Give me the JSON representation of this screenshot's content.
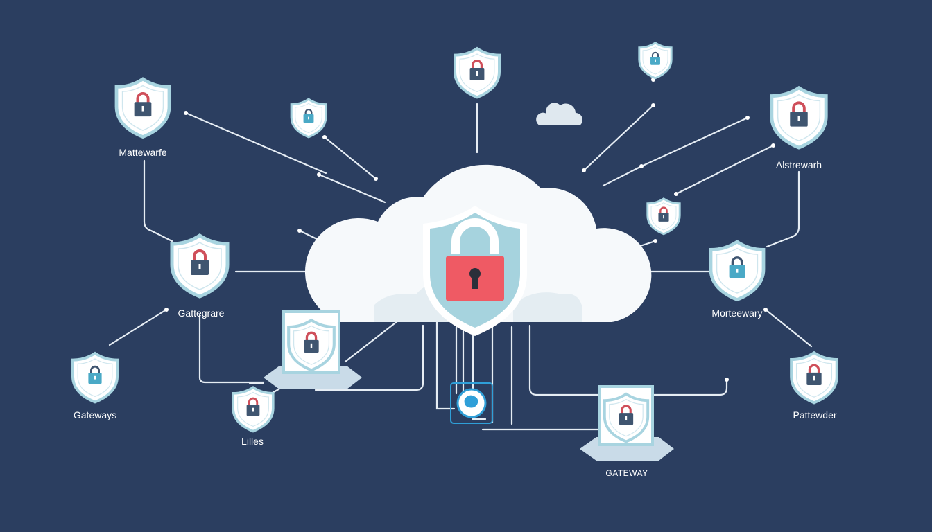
{
  "labels": {
    "malware": "Mattewarfe",
    "alstrewarh": "Alstrewarh",
    "gattegrare": "Gattegrare",
    "morteewary": "Morteewary",
    "gateways": "Gateways",
    "lilles": "Lilles",
    "pattewder": "Pattewder",
    "gateway": "GATEWAY"
  },
  "colors": {
    "background": "#2b3e60",
    "shield_outer": "#ffffff",
    "shield_ring": "#a8d4e0",
    "lock_body_dark": "#3f5570",
    "lock_body_teal": "#4aa9c6",
    "lock_shackle_red": "#cf4f5a",
    "central_lock": "#ef5a64",
    "accent_blue": "#2f9fd8"
  },
  "icons": [
    "cloud-icon",
    "shield-lock-icon",
    "padlock-icon",
    "globe-icon"
  ]
}
